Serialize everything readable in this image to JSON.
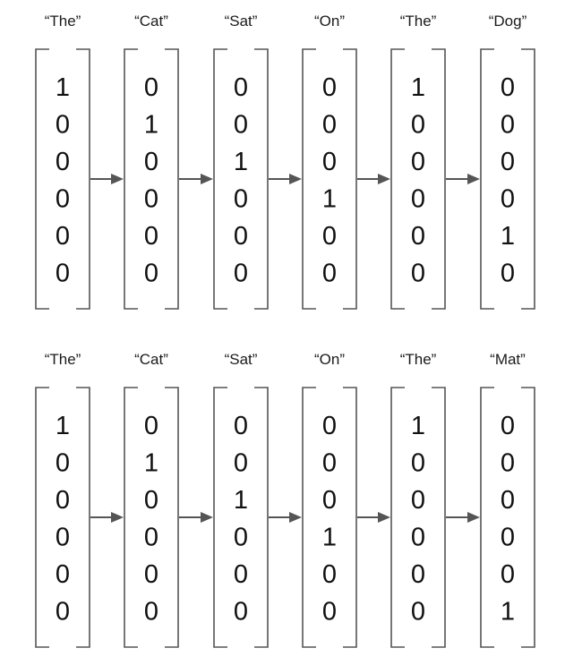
{
  "sequences": [
    {
      "words": [
        "“The”",
        "“Cat”",
        "“Sat”",
        "“On”",
        "“The”",
        "“Dog”"
      ],
      "vectors": [
        [
          "1",
          "0",
          "0",
          "0",
          "0",
          "0"
        ],
        [
          "0",
          "1",
          "0",
          "0",
          "0",
          "0"
        ],
        [
          "0",
          "0",
          "1",
          "0",
          "0",
          "0"
        ],
        [
          "0",
          "0",
          "0",
          "1",
          "0",
          "0"
        ],
        [
          "1",
          "0",
          "0",
          "0",
          "0",
          "0"
        ],
        [
          "0",
          "0",
          "0",
          "0",
          "1",
          "0"
        ]
      ]
    },
    {
      "words": [
        "“The”",
        "“Cat”",
        "“Sat”",
        "“On”",
        "“The”",
        "“Mat”"
      ],
      "vectors": [
        [
          "1",
          "0",
          "0",
          "0",
          "0",
          "0"
        ],
        [
          "0",
          "1",
          "0",
          "0",
          "0",
          "0"
        ],
        [
          "0",
          "0",
          "1",
          "0",
          "0",
          "0"
        ],
        [
          "0",
          "0",
          "0",
          "1",
          "0",
          "0"
        ],
        [
          "1",
          "0",
          "0",
          "0",
          "0",
          "0"
        ],
        [
          "0",
          "0",
          "0",
          "0",
          "0",
          "1"
        ]
      ]
    }
  ],
  "colors": {
    "stroke": "#555555",
    "text": "#111111",
    "background": "#ffffff"
  }
}
